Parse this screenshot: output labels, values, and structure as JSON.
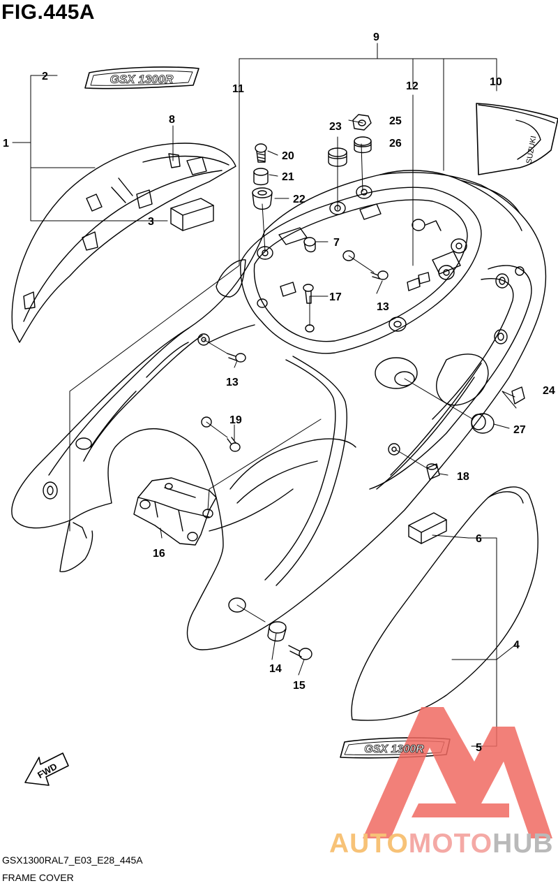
{
  "figure": {
    "title": "FIG.445A",
    "model_code": "GSX1300RAL7_E03_E28_445A",
    "name": "FRAME COVER"
  },
  "callouts": [
    "1",
    "2",
    "3",
    "4",
    "5",
    "6",
    "7",
    "8",
    "9",
    "10",
    "11",
    "12",
    "13",
    "13",
    "14",
    "15",
    "16",
    "17",
    "18",
    "19",
    "20",
    "21",
    "22",
    "23",
    "24",
    "25",
    "26",
    "27"
  ],
  "badges": {
    "emblem_top": "GSX 1300R",
    "emblem_bottom": "GSX 1300R",
    "tail_badge": "SUZUKI"
  },
  "direction": {
    "label": "FWD"
  },
  "watermark": {
    "part1": "AUTO",
    "part2": "MOTO",
    "part3": "HUB"
  },
  "colors": {
    "ink": "#000000",
    "watermark_red": "#f06a62",
    "watermark_orange": "#f7c277",
    "watermark_grey": "#b9b9b9"
  }
}
